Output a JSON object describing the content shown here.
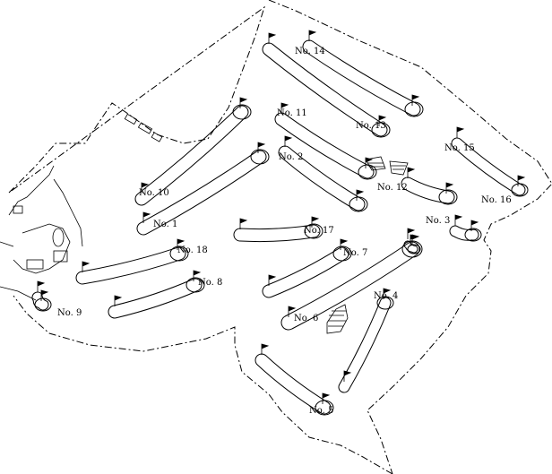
{
  "diagram": {
    "holes": [
      {
        "id": "1",
        "label": "No. 1"
      },
      {
        "id": "2",
        "label": "No. 2"
      },
      {
        "id": "3",
        "label": "No. 3"
      },
      {
        "id": "4",
        "label": "No. 4"
      },
      {
        "id": "5",
        "label": "No. 5"
      },
      {
        "id": "6",
        "label": "No. 6"
      },
      {
        "id": "7",
        "label": "No. 7"
      },
      {
        "id": "8",
        "label": "No. 8"
      },
      {
        "id": "9",
        "label": "No. 9"
      },
      {
        "id": "10",
        "label": "No. 10"
      },
      {
        "id": "11",
        "label": "No. 11"
      },
      {
        "id": "12",
        "label": "No. 12"
      },
      {
        "id": "13",
        "label": "No. 13"
      },
      {
        "id": "14",
        "label": "No. 14"
      },
      {
        "id": "15",
        "label": "No. 15"
      },
      {
        "id": "16",
        "label": "No. 16"
      },
      {
        "id": "17",
        "label": "No. 17"
      },
      {
        "id": "18",
        "label": "No. 18"
      }
    ],
    "line_color": "#000000"
  }
}
